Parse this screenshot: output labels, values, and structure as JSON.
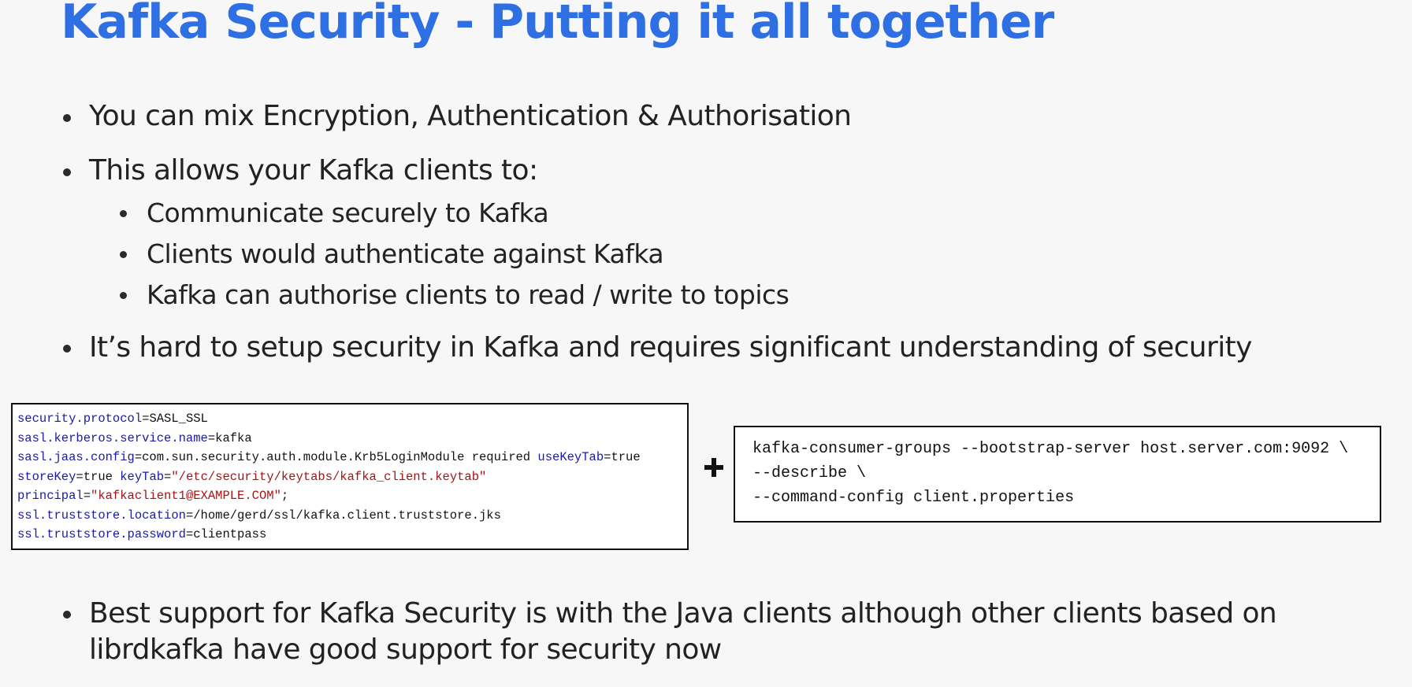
{
  "title": "Kafka Security - Putting it all together",
  "bullets": {
    "b1": "You can mix Encryption, Authentication & Authorisation",
    "b2": "This allows your Kafka clients to:",
    "b2_sub": [
      "Communicate securely to Kafka",
      "Clients would authenticate against Kafka",
      "Kafka can authorise clients to read / write to topics"
    ],
    "b3": "It’s hard to setup security in Kafka and requires significant understanding of security",
    "b4_line1": "Best support for Kafka Security is with the Java clients although other clients based on",
    "b4_line2": "librdkafka have good support for security now"
  },
  "client_properties": {
    "l1_key": "security.protocol",
    "l1_val": "=SASL_SSL",
    "l2_key": "sasl.kerberos.service.name",
    "l2_val": "=kafka",
    "l3_key": "sasl.jaas.config",
    "l3_val": "=com.sun.security.auth.module.Krb5LoginModule required ",
    "l3_key2": "useKeyTab",
    "l3_val2": "=true",
    "l4_key": "storeKey",
    "l4_val": "=true ",
    "l4_key2": "keyTab",
    "l4_val2": "=",
    "l4_str": "\"/etc/security/keytabs/kafka_client.keytab\"",
    "l5_key": "principal",
    "l5_val": "=",
    "l5_str": "\"kafkaclient1@EXAMPLE.COM\"",
    "l5_end": ";",
    "l6_key": "ssl.truststore.location",
    "l6_val": "=/home/gerd/ssl/kafka.client.truststore.jks",
    "l7_key": "ssl.truststore.password",
    "l7_val": "=clientpass"
  },
  "command": {
    "line1": "kafka-consumer-groups --bootstrap-server host.server.com:9092 \\",
    "line2": "--describe \\",
    "line3": "--command-config client.properties"
  },
  "icons": {
    "plus": "plus-icon"
  },
  "colors": {
    "title": "#2f6fe4",
    "code_key": "#1a1aa6",
    "code_string": "#a31515"
  }
}
